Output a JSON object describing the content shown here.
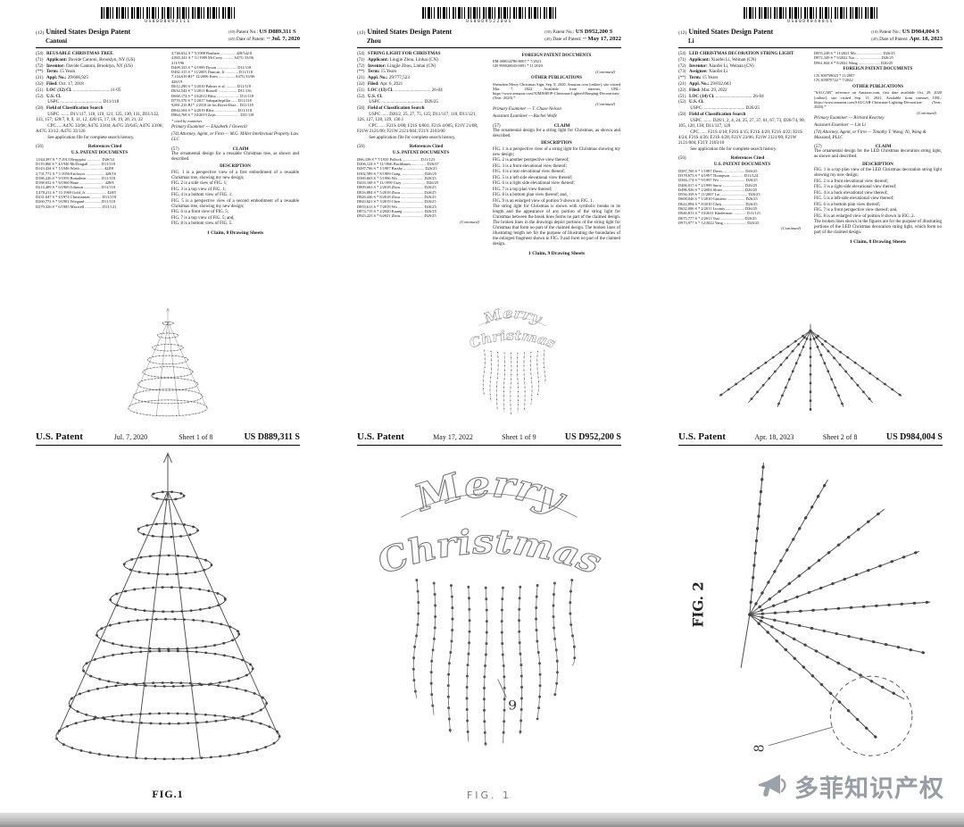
{
  "watermark": {
    "text": "多菲知识产权"
  },
  "drawings": {
    "merry_line1": "Merry",
    "merry_line2": "Christmas"
  },
  "patents": [
    {
      "barcode": "US00D889311S",
      "header": {
        "kind_num": "(12)",
        "kind": "United States Design Patent",
        "inventor": "Cantoni",
        "no_num": "(10)",
        "no_label": "Patent No.:",
        "no": "US D889,311 S",
        "date_num": "(45)",
        "date_label": "Date of Patent:",
        "date_star": "**",
        "date": "Jul. 7, 2020"
      },
      "left_lines": [
        {
          "n": "(54)",
          "b": "REUSABLE CHRISTMAS TREE",
          "t": ""
        },
        {
          "n": "(71)",
          "b": "Applicant:",
          "t": "Davide Cantoni, Brooklyn, NY (US)"
        },
        {
          "n": "(72)",
          "b": "Inventor:",
          "t": "Davide Cantoni, Brooklyn, NY (US)"
        },
        {
          "n": "(**)",
          "b": "Term:",
          "t": "15 Years"
        },
        {
          "n": "(21)",
          "b": "Appl. No.:",
          "t": "29/666,925"
        },
        {
          "n": "(22)",
          "b": "Filed:",
          "t": "Oct. 17, 2018"
        },
        {
          "n": "(51)",
          "b": "LOC (12) Cl.",
          "t": "................................ 11-05"
        },
        {
          "n": "(52)",
          "b": "U.S. Cl.",
          "t": ""
        },
        {
          "n": "",
          "b": "",
          "t": "USPC ..................................... D11/118"
        },
        {
          "n": "(58)",
          "b": "Field of Classification Search",
          "t": ""
        },
        {
          "n": "",
          "b": "",
          "t": "USPC ........ D11/117, 118, 119, 121, 125, 130, 131, D11/132, 133, 157; 428/7, 8, 9, 11, 12, 428/15, 17, 18, 19, 20, 21, 22"
        },
        {
          "n": "",
          "b": "",
          "t": "CPC .... A47G 33/08; A47G 33/04; A47G 33/045; A47G 33/06; A47G 33/12; A47G 33/126"
        },
        {
          "n": "",
          "b": "",
          "t": "See application file for complete search history."
        }
      ],
      "refs_num": "(56)",
      "refs_heading": "References Cited",
      "us_docs_heading": "U.S. PATENT DOCUMENTS",
      "refs_left": [
        "1,044,397 A * 7/1913 Bergquist ............... D26/34",
        "D119,866 S * 4/1940 McDougall ............ D11/118",
        "D143,434 S * 1/1946 Wirth ........................ 428/8",
        "2,731,772 A * 1/1956 Erickson ................... 428/16",
        "D186,226 S * 9/1959 Bonadeon .............. D11/118",
        "D188,652 S * 8/1960 Hane ......................... 428/8",
        "D214,489 S * 6/1969 Johnson ................. D11/118",
        "3,478,212 A * 11/1969 Gold, Jr. .................... 428/5",
        "D231,047 S * 4/1974 Christiansen ........... D11/118",
        "D260,772 S * 9/1981 Wiegand ................ D11/118",
        "D279,326 S * 6/1985 Maxwell ................. D11/121"
      ],
      "refs_right": [
        "4,746,632 A * 5/1988 Bonham ............... 428/542.8",
        "4,865,341 A * 11/1989 McCrory .......... A47G 33/06",
        "211/196",
        "D408,333 S * 4/1999 Dyson .................... D11/118",
        "D482,315 S * 11/2003 Duncan, Jr. ............ D11/118",
        "7,144,610 B1* 12/2006 Estes ................ A47G 33/06",
        "428/19",
        "D612,290 S * 3/2010 Palmer et al. .......... D11/118",
        "D634,542 S * 3/2011 Russell ................... D11/116",
        "D668,174 S * 10/2012 Bliss ....................... D11/118",
        "D776,570 S * 1/2017 Sabapathypillai ...... D11/118",
        "9,861,216 B1* 1/2018 de los Reyes-Diaz .. D11/118",
        "D844,504 S * 4/2019 Bliss ....................... D11/118",
        "D864,768 S * 10/2019 Zajic ....................... D11/118"
      ],
      "cited_note": "* cited by examiner",
      "examiner_lines": [
        "Primary Examiner — Elizabeth J Oswecki",
        "(74) Attorney, Agent, or Firm — M.G. Miller Intellectual Property Law LLC"
      ],
      "claim_num": "(57)",
      "claim_heading": "CLAIM",
      "claim_text": "The ornamental design for a reusable Christmas tree, as shown and described.",
      "description_heading": "DESCRIPTION",
      "description_lines": [
        "FIG. 1 is a perspective view of a first embodiment of a reusable Christmas tree, showing my new design;",
        "FIG. 2 is a side view of FIG. 1;",
        "FIG. 3 is a top view of FIG. 1;",
        "FIG. 4 is a bottom view of FIG. 1;",
        "FIG. 5 is a perspective view of a second embodiment of a reusable Christmas tree, showing my new design;",
        "FIG. 6 is a front view of FIG. 5;",
        "FIG. 7 is a top view of FIG. 5; and,",
        "FIG. 8 is a bottom view of FIG. 5."
      ],
      "sheets_line": "1 Claim, 8 Drawing Sheets"
    },
    {
      "barcode": "US00D952200S",
      "header": {
        "kind_num": "(12)",
        "kind": "United States Design Patent",
        "inventor": "Zhou",
        "no_num": "(10)",
        "no_label": "Patent No.:",
        "no": "US D952,200 S",
        "date_num": "(45)",
        "date_label": "Date of Patent:",
        "date_star": "**",
        "date": "May 17, 2022"
      },
      "left_lines": [
        {
          "n": "(54)",
          "b": "STRING LIGHT FOR CHRISTMAS",
          "t": ""
        },
        {
          "n": "(71)",
          "b": "Applicant:",
          "t": "Lingjie Zhou, Linhai (CN)"
        },
        {
          "n": "(72)",
          "b": "Inventor:",
          "t": "Lingjie Zhou, Linhai (CN)"
        },
        {
          "n": "(**)",
          "b": "Term:",
          "t": "15 Years"
        },
        {
          "n": "(21)",
          "b": "Appl. No.:",
          "t": "29/777,523"
        },
        {
          "n": "(22)",
          "b": "Filed:",
          "t": "Apr. 6, 2021"
        },
        {
          "n": "(51)",
          "b": "LOC (13) Cl.",
          "t": "................................ 26-04"
        },
        {
          "n": "(52)",
          "b": "U.S. Cl.",
          "t": ""
        },
        {
          "n": "",
          "b": "",
          "t": "USPC ..................................... D26/25"
        },
        {
          "n": "(58)",
          "b": "Field of Classification Search",
          "t": ""
        },
        {
          "n": "",
          "b": "",
          "t": "USPC ...... D26/2, 25, 27, 75, 125; D11/117, 118, D11/121, 126, 127, 128, 129, 130.1"
        },
        {
          "n": "",
          "b": "",
          "t": "CPC ...... F21S 4/00; F21S 4/001; F21S 4/005; F21V 21/08; F21W 2121/00; F21W 2121/004; F21Y 2103/00"
        },
        {
          "n": "",
          "b": "",
          "t": "See application file for complete search history."
        }
      ],
      "refs_num": "(56)",
      "refs_heading": "References Cited",
      "us_docs_heading": "U.S. PATENT DOCUMENTS",
      "refs_left": [
        "D66,339 S * 7/1935 Pollock .................. D11/123",
        "D206,124 S * 11/1966 Buchbaum ............... D26/37",
        "D287,766 S * 1/1987 Barsky ..................... D26/25",
        "D302,589 S * 8/1989 Gong ....................... D26/25",
        "D369,663 S * 5/1996 Wu .......................... D26/25",
        "D416,108 S * 11/1999 Gary ........................ D26/25",
        "D809,663 S * 2/2018 Zhou ....................... D26/25",
        "D816,884 S * 5/2018 Zhou ....................... D26/25",
        "D826,446 S * 8/2018 Zhou ....................... D26/25",
        "D843,621 S * 3/2019 Chen ....................... D26/25",
        "D853,613 S * 7/2019 Wu .......................... D26/25",
        "D874,715 S * 2/2020 Kuang ..................... D26/25",
        "D923,223 S * 6/2021 Zhou ....................... D26/25"
      ],
      "continued_note": "(Continued)",
      "foreign_heading": "FOREIGN PATENT DOCUMENTS",
      "foreign_lines": [
        "EM  008034786-0007  *  7/2021",
        "GB  990020043-0001  * 11/2020"
      ],
      "otherpub_heading": "OTHER PUBLICATIONS",
      "otherpub_lines": [
        "Shenzhen Merry Christmas Sign, Sep. 8, 2020, Amazon.com [online], site visited Mar. 7, 2022. Available from internet, URL: https://www.amazon.com/XIMISHOP-Christmas-Lighted-Hanging-Decorations/ (Year: 2020).*"
      ],
      "examiner_lines": [
        "Primary Examiner — T. Chase Nelson",
        "Assistant Examiner — Rachel Wolfe"
      ],
      "claim_num": "(57)",
      "claim_heading": "CLAIM",
      "claim_text": "The ornamental design for a string light for Christmas, as shown and described.",
      "description_heading": "DESCRIPTION",
      "description_lines": [
        "FIG. 1 is a perspective view of a string light for Christmas showing my new design;",
        "FIG. 2 is another perspective view thereof;",
        "FIG. 3 is a front elevational view thereof;",
        "FIG. 4 is a rear elevational view thereof;",
        "FIG. 5 is a left side elevational view thereof;",
        "FIG. 6 is a right side elevational view thereof;",
        "FIG. 7 is a top plan view thereof;",
        "FIG. 8 is a bottom plan view thereof; and,",
        "FIG. 9 is an enlarged view of portion 9 shown in FIG. 1.",
        "The string light for Christmas is shown with symbolic breaks in its length and the appearance of any portion of the string light for Christmas between the break lines forms no part of the claimed design. The broken lines in the drawings depict portions of the string light for Christmas that form no part of the claimed design. The broken lines of illustrating length are for the purpose of illustrating the boundaries of the enlarged fragment shown in FIG. 9 and form no part of the claimed design."
      ],
      "sheets_line": "1 Claim, 9 Drawing Sheets"
    },
    {
      "barcode": "US00D984004S",
      "header": {
        "kind_num": "(12)",
        "kind": "United States Design Patent",
        "inventor": "Li",
        "no_num": "(10)",
        "no_label": "Patent No.:",
        "no": "US D984,004 S",
        "date_num": "(45)",
        "date_label": "Date of Patent:",
        "date_star": "",
        "date": "Apr. 18, 2023"
      },
      "left_lines": [
        {
          "n": "(54)",
          "b": "LED CHRISTMAS DECORATION STRING LIGHT",
          "t": ""
        },
        {
          "n": "(71)",
          "b": "Applicant:",
          "t": "Xiaofei Li, Weinan (CN)"
        },
        {
          "n": "(72)",
          "b": "Inventor:",
          "t": "Xiaofei Li, Weinan (CN)"
        },
        {
          "n": "(73)",
          "b": "Assignee:",
          "t": "Xiaofei Li"
        },
        {
          "n": "(**)",
          "b": "Term:",
          "t": "15 Years"
        },
        {
          "n": "(21)",
          "b": "Appl. No.:",
          "t": "29/832,603"
        },
        {
          "n": "(22)",
          "b": "Filed:",
          "t": "Mar. 29, 2022"
        },
        {
          "n": "(51)",
          "b": "LOC (14) Cl.",
          "t": "................................ 26-04"
        },
        {
          "n": "(52)",
          "b": "U.S. Cl.",
          "t": ""
        },
        {
          "n": "",
          "b": "",
          "t": "USPC ..................................... D26/25"
        },
        {
          "n": "(58)",
          "b": "Field of Classification Search",
          "t": ""
        },
        {
          "n": "",
          "b": "",
          "t": "USPC ........ D26/1, 2, 4, 24, 25, 27, 37, 61, 67, 73, D26/74, 98, 105, 120, 138; D11/117, 120"
        },
        {
          "n": "",
          "b": "",
          "t": "CPC ...... F21S 4/10; F21S 4/15; F21S 4/20; F21S 4/22; F21S 4/24; F21S 4/26; F21S 4/28; F21V 23/06; F21W 2121/00; F21W 2121/004; F21Y 2103/10"
        },
        {
          "n": "",
          "b": "",
          "t": "See application file for complete search history."
        }
      ],
      "refs_num": "(56)",
      "refs_heading": "References Cited",
      "us_docs_heading": "U.S. PATENT DOCUMENTS",
      "refs_left": [
        "D287,760 S * 1/1987 Davis ...................... D26/25",
        "D378,673 S * 4/1997 Thompson ............. D11/124",
        "D384,174 S * 9/1997 Wu .......................... D26/25",
        "D406,017 S * 2/1999 Snow ...................... D26/25",
        "D486,926 S * 2/2004 Sloan ...................... D26/25",
        "D556,358 S * 11/2007 Lai ........................... D26/25",
        "D608,046 S * 1/2010 Gutstein .................. D26/25",
        "D622,894 S * 8/2010 Chen ....................... D26/25",
        "D632,006 S * 2/2011 Loomis ................... D26/25",
        "D646,813 S * 10/2011 Kinderman ............. D11/121",
        "D675,777 S * 2/2013 Tsai ........................ D26/25",
        "D973,977 S * 12/2022 Yang ....................... D26/25"
      ],
      "continued_note": "(Continued)",
      "refs_right": [
        "D855,248 S * 11/2021 Mo .......................... D26/25",
        "D872,349 S * 9/2022 Xia .......................... D26/25",
        "D961,844 S * 8/2022 Wang ...................... D26/25"
      ],
      "foreign_heading": "FOREIGN PATENT DOCUMENTS",
      "foreign_lines": [
        "CN  300758023  * 11/2007",
        "CN  305870722  *  7/2022"
      ],
      "otherpub_heading": "OTHER PUBLICATIONS",
      "otherpub_lines": [
        "\"SALCAR\" reference on Amazon.com, first date available Oct. 29, 2020 [online], site visited Sep. 11, 2022. Available from internet, URL: https://www.amazon.com/SALCAR-Christmas-Lighting-Decoration/ (Year: 2020).*"
      ],
      "examiner_lines": [
        "Primary Examiner — Richard Kearney",
        "Assistant Examiner — Lin Li",
        "(74) Attorney, Agent, or Firm — Timothy T. Wang; Ni, Wang & Massand, PLLC"
      ],
      "claim_num": "(57)",
      "claim_heading": "CLAIM",
      "claim_text": "The ornamental design for the LED Christmas decoration string light, as shown and described.",
      "description_heading": "DESCRIPTION",
      "description_lines": [
        "FIG. 1 is a top plan view of the LED Christmas decoration string light showing my new design;",
        "FIG. 2 is a front elevational view thereof;",
        "FIG. 3 is a right-side elevational view thereof;",
        "FIG. 4 is a back elevational view thereof;",
        "FIG. 5 is a left-side elevational view thereof;",
        "FIG. 6 is a bottom plan view thereof;",
        "FIG. 7 is a front perspective view thereof; and,",
        "FIG. 8 is an enlarged view of portion 8 shown in FIG. 2.",
        "The broken lines shown in the figures are for the purpose of illustrating portions of the LED Christmas decoration string light, which form no part of the claimed design."
      ],
      "sheets_line": "1 Claim, 8 Drawing Sheets"
    }
  ],
  "sheets": [
    {
      "label": "U.S. Patent",
      "date": "Jul. 7, 2020",
      "sheet": "Sheet 1 of 8",
      "no": "US D889,311 S",
      "fig": "FIG.1"
    },
    {
      "label": "U.S. Patent",
      "date": "May 17, 2022",
      "sheet": "Sheet 1 of 9",
      "no": "US D952,200 S",
      "fig": "FIG. 1",
      "callout": "9"
    },
    {
      "label": "U.S. Patent",
      "date": "Apr. 18, 2023",
      "sheet": "Sheet 2 of 8",
      "no": "US D984,004 S",
      "fig": "FIG. 2",
      "callout": "8"
    }
  ]
}
